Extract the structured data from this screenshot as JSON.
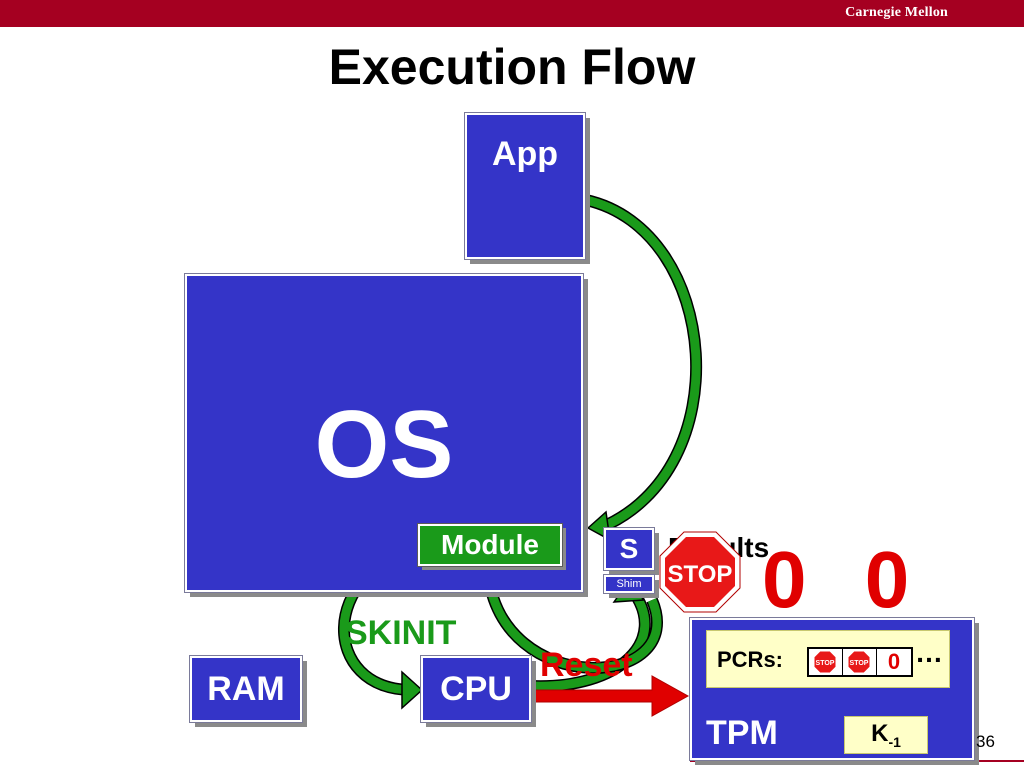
{
  "header": {
    "brand": "Carnegie Mellon"
  },
  "slide": {
    "title": "Execution Flow",
    "page_number": "36"
  },
  "diagram": {
    "app": "App",
    "os": "OS",
    "module": "Module",
    "s": "S",
    "shim": "Shim",
    "ram": "RAM",
    "cpu": "CPU",
    "skinit": "SKINIT",
    "reset": "Reset",
    "results": "Results",
    "stop_sign": "STOP",
    "zeros": "0 0 0",
    "tpm": {
      "label": "TPM",
      "pcrs_label": "PCRs:",
      "pcr_stop": "STOP",
      "pcr_value": "0",
      "ellipsis": "…",
      "key": "K",
      "key_subscript": "-1"
    }
  },
  "colors": {
    "box_blue": "#3434c8",
    "module_green": "#1a9a1a",
    "arrow_green": "#1a9a1a",
    "reset_red": "#e00000",
    "header_red": "#a50021",
    "pcr_yellow": "#ffffc8"
  }
}
